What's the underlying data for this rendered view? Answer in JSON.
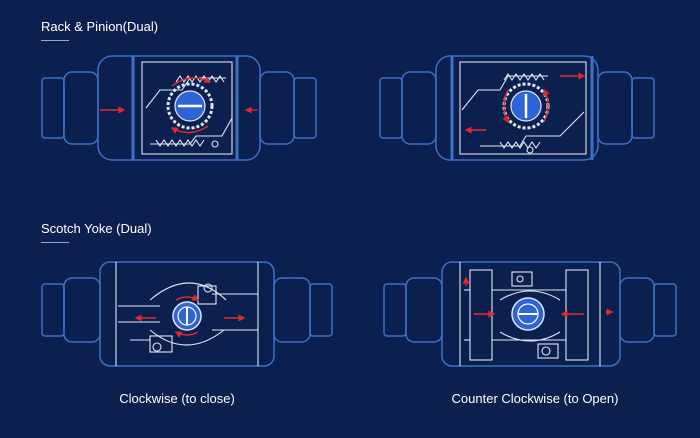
{
  "sections": {
    "rack_pinion": {
      "title": "Rack & Pinion(Dual)"
    },
    "scotch_yoke": {
      "title": "Scotch Yoke (Dual)"
    }
  },
  "captions": {
    "left": "Clockwise (to close)",
    "right": "Counter Clockwise (to Open)"
  },
  "colors": {
    "background": "#0c2050",
    "outline": "#3f6fc4",
    "inner_line": "#dfe6f5",
    "arrow": "#e02a2a",
    "pinion": "#2f64d6"
  }
}
